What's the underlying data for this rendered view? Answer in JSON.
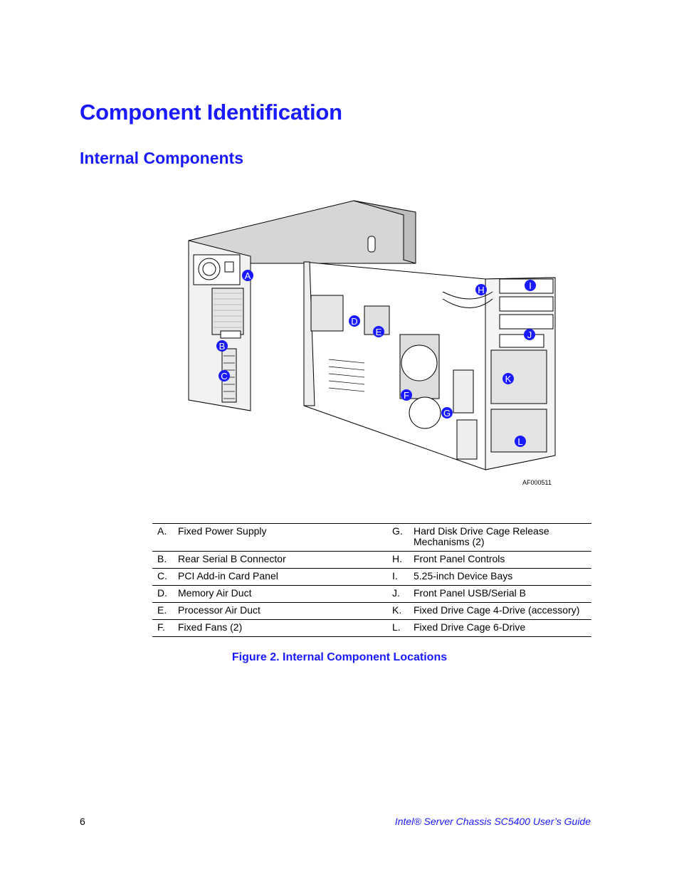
{
  "heading": "Component Identification",
  "subheading": "Internal Components",
  "figure": {
    "code": "AF000511",
    "callouts": [
      "A",
      "B",
      "C",
      "D",
      "E",
      "F",
      "G",
      "H",
      "I",
      "J",
      "K",
      "L"
    ]
  },
  "legend": [
    {
      "left_letter": "A.",
      "left_text": "Fixed Power Supply",
      "right_letter": "G.",
      "right_text": "Hard Disk Drive Cage Release Mechanisms (2)"
    },
    {
      "left_letter": "B.",
      "left_text": "Rear Serial B Connector",
      "right_letter": "H.",
      "right_text": "Front Panel Controls"
    },
    {
      "left_letter": "C.",
      "left_text": "PCI Add-in Card Panel",
      "right_letter": "I.",
      "right_text": "5.25-inch Device Bays"
    },
    {
      "left_letter": "D.",
      "left_text": "Memory Air Duct",
      "right_letter": "J.",
      "right_text": "Front Panel USB/Serial B"
    },
    {
      "left_letter": "E.",
      "left_text": "Processor Air Duct",
      "right_letter": "K.",
      "right_text": "Fixed Drive Cage 4-Drive (accessory)"
    },
    {
      "left_letter": "F.",
      "left_text": "Fixed Fans (2)",
      "right_letter": "L.",
      "right_text": "Fixed Drive Cage 6-Drive"
    }
  ],
  "caption": "Figure 2. Internal Component Locations",
  "footer": {
    "page_number": "6",
    "title": "Intel® Server Chassis SC5400 User’s Guide"
  },
  "colors": {
    "accent": "#1a1aff"
  }
}
